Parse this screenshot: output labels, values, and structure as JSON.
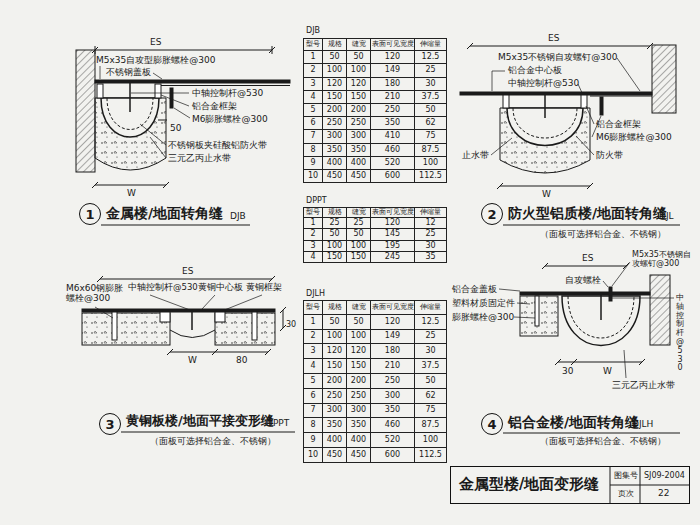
{
  "diagram": {
    "nodes": [
      {
        "text": [
          "1"
        ]
      },
      {
        "text": [
          "2"
        ]
      },
      {
        "text": [
          "3"
        ]
      },
      {
        "text": [
          "4"
        ]
      },
      {
        "text": [
          "金属型楼/地面变形缝",
          "图集号",
          "SJ09-2004",
          "页次",
          "22"
        ]
      }
    ],
    "labels": [
      "ES",
      "M5x35自攻型膨胀螺栓@300",
      "不锈钢盖板",
      "中轴控制杆@530",
      "铝合金框架",
      "M6膨胀螺栓@300",
      "50",
      "不锈钢板夹硅酸铝防火带",
      "三元乙丙止水带",
      "W",
      "金属楼/地面转角缝",
      "DJB",
      "DJB",
      "型号",
      "规格",
      "缝宽",
      "表面可见宽度",
      "伸缩量",
      "1",
      "50",
      "50",
      "120",
      "12.5",
      "2",
      "100",
      "100",
      "149",
      "25",
      "3",
      "120",
      "120",
      "180",
      "30",
      "4",
      "150",
      "150",
      "210",
      "37.5",
      "5",
      "200",
      "200",
      "250",
      "50",
      "6",
      "250",
      "250",
      "350",
      "62",
      "7",
      "300",
      "300",
      "410",
      "75",
      "8",
      "350",
      "350",
      "460",
      "87.5",
      "9",
      "400",
      "400",
      "520",
      "100",
      "10",
      "450",
      "450",
      "600",
      "112.5",
      "ES",
      "M5x35不锈钢自攻螺钉@300",
      "铝合金中心板",
      "中轴控制杆@530",
      "铝合金框架",
      "M6膨胀螺栓@300",
      "止水带",
      "防火带",
      "W",
      "防火型铝质楼/地面转角缝",
      "DJL",
      "（面板可选择铝合金、不锈钢）",
      "DPPT",
      "型号",
      "规格",
      "缝宽",
      "表面可见宽度",
      "伸缩量",
      "1",
      "25",
      "25",
      "120",
      "12",
      "2",
      "50",
      "50",
      "145",
      "25",
      "3",
      "100",
      "100",
      "195",
      "30",
      "4",
      "150",
      "150",
      "245",
      "35",
      "ES",
      "M6x60钢膨胀螺栓@300",
      "中轴控制杆@530",
      "黄铜中心板",
      "黄铜框架",
      "30",
      "W",
      "80",
      "黄铜板楼/地面平接变形缝",
      "DPPT",
      "（面板可选择铝合金、不锈钢）",
      "DJLH",
      "型号",
      "规格",
      "缝宽",
      "表面可见宽度",
      "伸缩量",
      "1",
      "50",
      "50",
      "120",
      "12.5",
      "2",
      "100",
      "100",
      "149",
      "25",
      "3",
      "120",
      "120",
      "180",
      "30",
      "4",
      "150",
      "150",
      "210",
      "37.5",
      "5",
      "200",
      "200",
      "250",
      "50",
      "6",
      "250",
      "250",
      "300",
      "62",
      "7",
      "300",
      "300",
      "350",
      "75",
      "8",
      "350",
      "350",
      "460",
      "87.5",
      "9",
      "400",
      "400",
      "520",
      "100",
      "10",
      "450",
      "450",
      "600",
      "112.5",
      "ES",
      "M5x35不锈钢自攻螺钉@300",
      "自攻螺栓",
      "铝合金盖板",
      "塑料材质固定件",
      "膨胀螺栓@300",
      "中轴控制杆@530",
      "30",
      "W",
      "三元乙丙止水带",
      "铝合金楼/地面转角缝",
      "DJLH",
      "（面板可选择铝合金、不锈钢）"
    ]
  }
}
